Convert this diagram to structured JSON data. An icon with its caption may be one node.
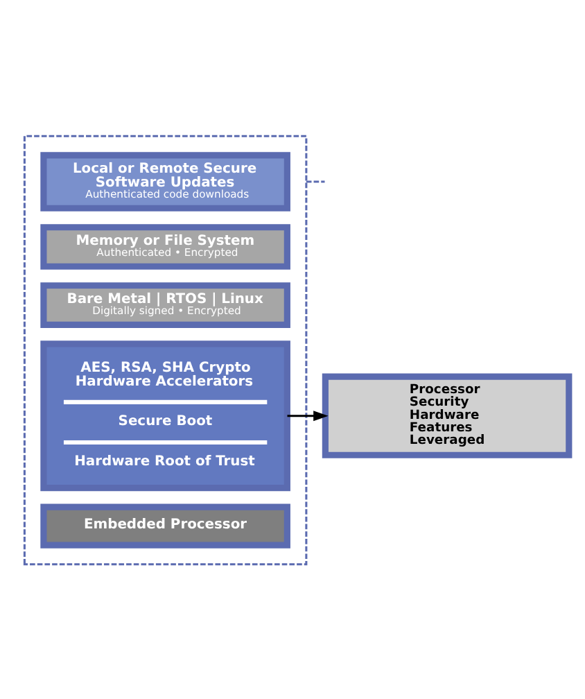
{
  "diagram": {
    "nodes": [
      {
        "text": [],
        "shape": "box"
      },
      {
        "text": [
          "Local or Remote Secure Software Updates",
          "Authenticated code downloads"
        ],
        "in": 0
      },
      {
        "text": [
          "Memory or File System",
          "Authenticated • Encrypted"
        ],
        "in": 0
      },
      {
        "text": [
          "Bare Metal | RTOS | Linux",
          "Digitally signed • Encrypted"
        ],
        "in": 0
      },
      {
        "text": [
          "AES, RSA, SHA Crypto Hardware Accelerators",
          "Secure Boot",
          "Hardware Root of Trust"
        ],
        "in": 0
      },
      {
        "text": [
          "Embedded Processor"
        ],
        "in": 0
      },
      {
        "text": [
          "Processor Security Hardware Features Leveraged"
        ]
      }
    ],
    "edges": [
      {
        "from": null,
        "to": 0,
        "arrow": "none",
        "style": "dashed"
      },
      {
        "from": 4,
        "to": 6,
        "arrow": "to",
        "color": "#000000"
      }
    ]
  }
}
